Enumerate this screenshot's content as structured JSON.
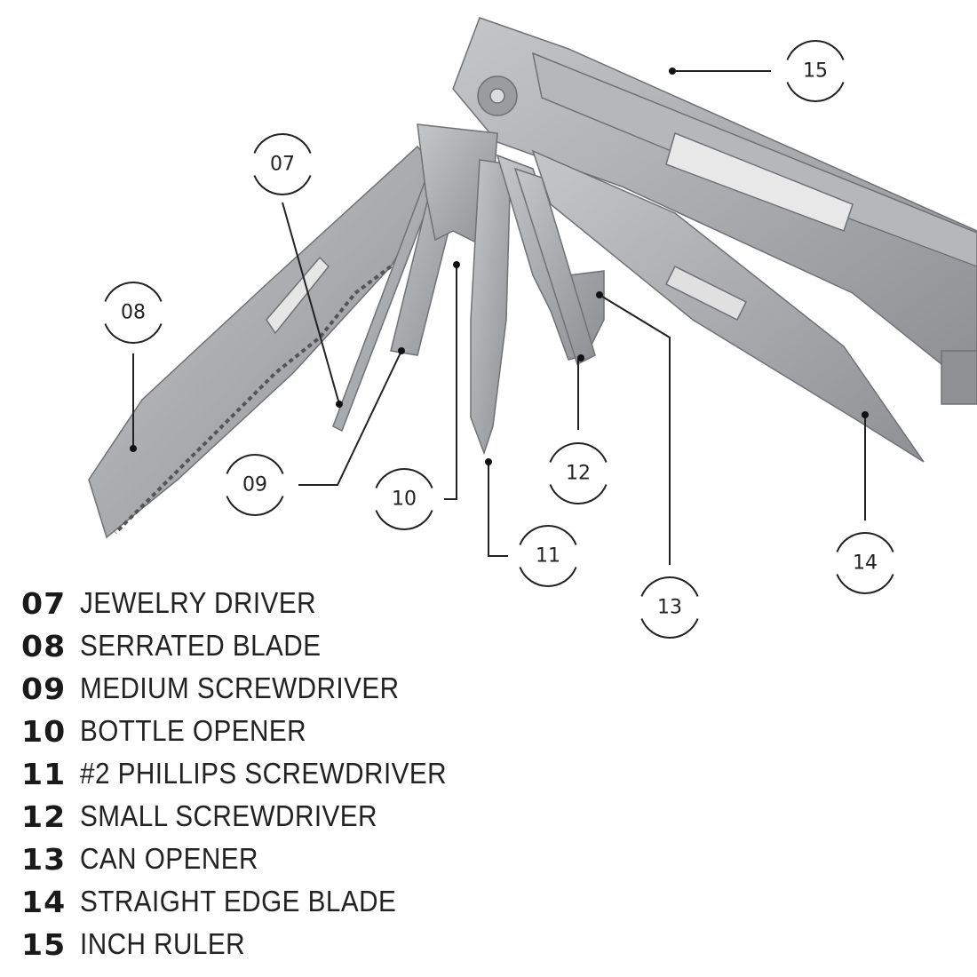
{
  "callouts": [
    {
      "id": "07"
    },
    {
      "id": "08"
    },
    {
      "id": "09"
    },
    {
      "id": "10"
    },
    {
      "id": "11"
    },
    {
      "id": "12"
    },
    {
      "id": "13"
    },
    {
      "id": "14"
    },
    {
      "id": "15"
    }
  ],
  "legend": [
    {
      "num": "07",
      "label": "JEWELRY DRIVER"
    },
    {
      "num": "08",
      "label": "SERRATED BLADE"
    },
    {
      "num": "09",
      "label": "MEDIUM SCREWDRIVER"
    },
    {
      "num": "10",
      "label": "BOTTLE OPENER"
    },
    {
      "num": "11",
      "label": "#2 PHILLIPS SCREWDRIVER"
    },
    {
      "num": "12",
      "label": "SMALL SCREWDRIVER"
    },
    {
      "num": "13",
      "label": "CAN OPENER"
    },
    {
      "num": "14",
      "label": "STRAIGHT EDGE BLADE"
    },
    {
      "num": "15",
      "label": "INCH RULER"
    }
  ],
  "colors": {
    "steel": "#a9abad",
    "steel_dark": "#7d7f82",
    "line": "#222222"
  }
}
